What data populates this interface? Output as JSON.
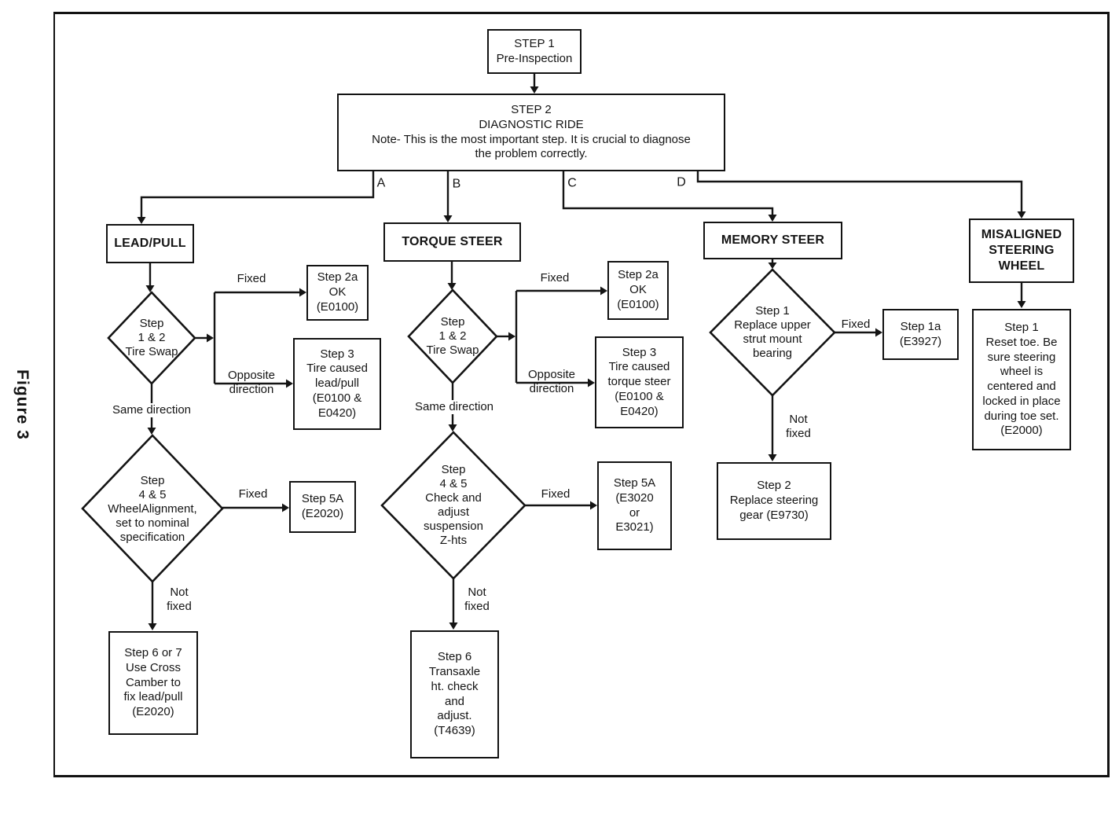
{
  "figure_label": "Figure 3",
  "nodes": {
    "step1": "STEP 1\nPre-Inspection",
    "step2": "STEP 2\nDIAGNOSTIC RIDE\nNote- This is the most important step.  It is crucial to diagnose\nthe problem correctly.",
    "branch_a": "A",
    "branch_b": "B",
    "branch_c": "C",
    "branch_d": "D",
    "lead_pull": {
      "title": "LEAD/PULL",
      "tire_swap": "Step\n1 & 2\nTire Swap",
      "fixed1": "Fixed",
      "step2a": "Step 2a\nOK\n(E0100)",
      "opposite": "Opposite\ndirection",
      "step3": "Step 3\nTire caused\nlead/pull\n(E0100 &\nE0420)",
      "same_direction": "Same direction",
      "alignment": "Step\n4 & 5\nWheelAlignment,\nset to nominal\nspecification",
      "fixed2": "Fixed",
      "step5a": "Step 5A\n(E2020)",
      "not_fixed": "Not\nfixed",
      "step6or7": "Step 6 or 7\nUse Cross\nCamber to\nfix lead/pull\n(E2020)"
    },
    "torque_steer": {
      "title": "TORQUE STEER",
      "tire_swap": "Step\n1 & 2\nTire Swap",
      "fixed1": "Fixed",
      "step2a": "Step 2a\nOK\n(E0100)",
      "opposite": "Opposite\ndirection",
      "step3": "Step 3\nTire caused\ntorque steer\n(E0100 &\nE0420)",
      "same_direction": "Same direction",
      "suspension": "Step\n4 & 5\nCheck and\nadjust\nsuspension\nZ-hts",
      "fixed2": "Fixed",
      "step5a": "Step 5A\n(E3020\nor\nE3021)",
      "not_fixed": "Not\nfixed",
      "step6": "Step 6\nTransaxle\nht. check\nand\nadjust.\n(T4639)"
    },
    "memory_steer": {
      "title": "MEMORY STEER",
      "strut": "Step 1\nReplace upper\nstrut mount\nbearing",
      "fixed": "Fixed",
      "step1a": "Step 1a\n(E3927)",
      "not_fixed": "Not\nfixed",
      "step2": "Step 2\nReplace steering\ngear (E9730)"
    },
    "misaligned": {
      "title": "MISALIGNED\nSTEERING\nWHEEL",
      "step1": "Step 1\nReset toe. Be\nsure steering\nwheel is\ncentered and\nlocked in place\nduring toe set.\n(E2000)"
    }
  }
}
